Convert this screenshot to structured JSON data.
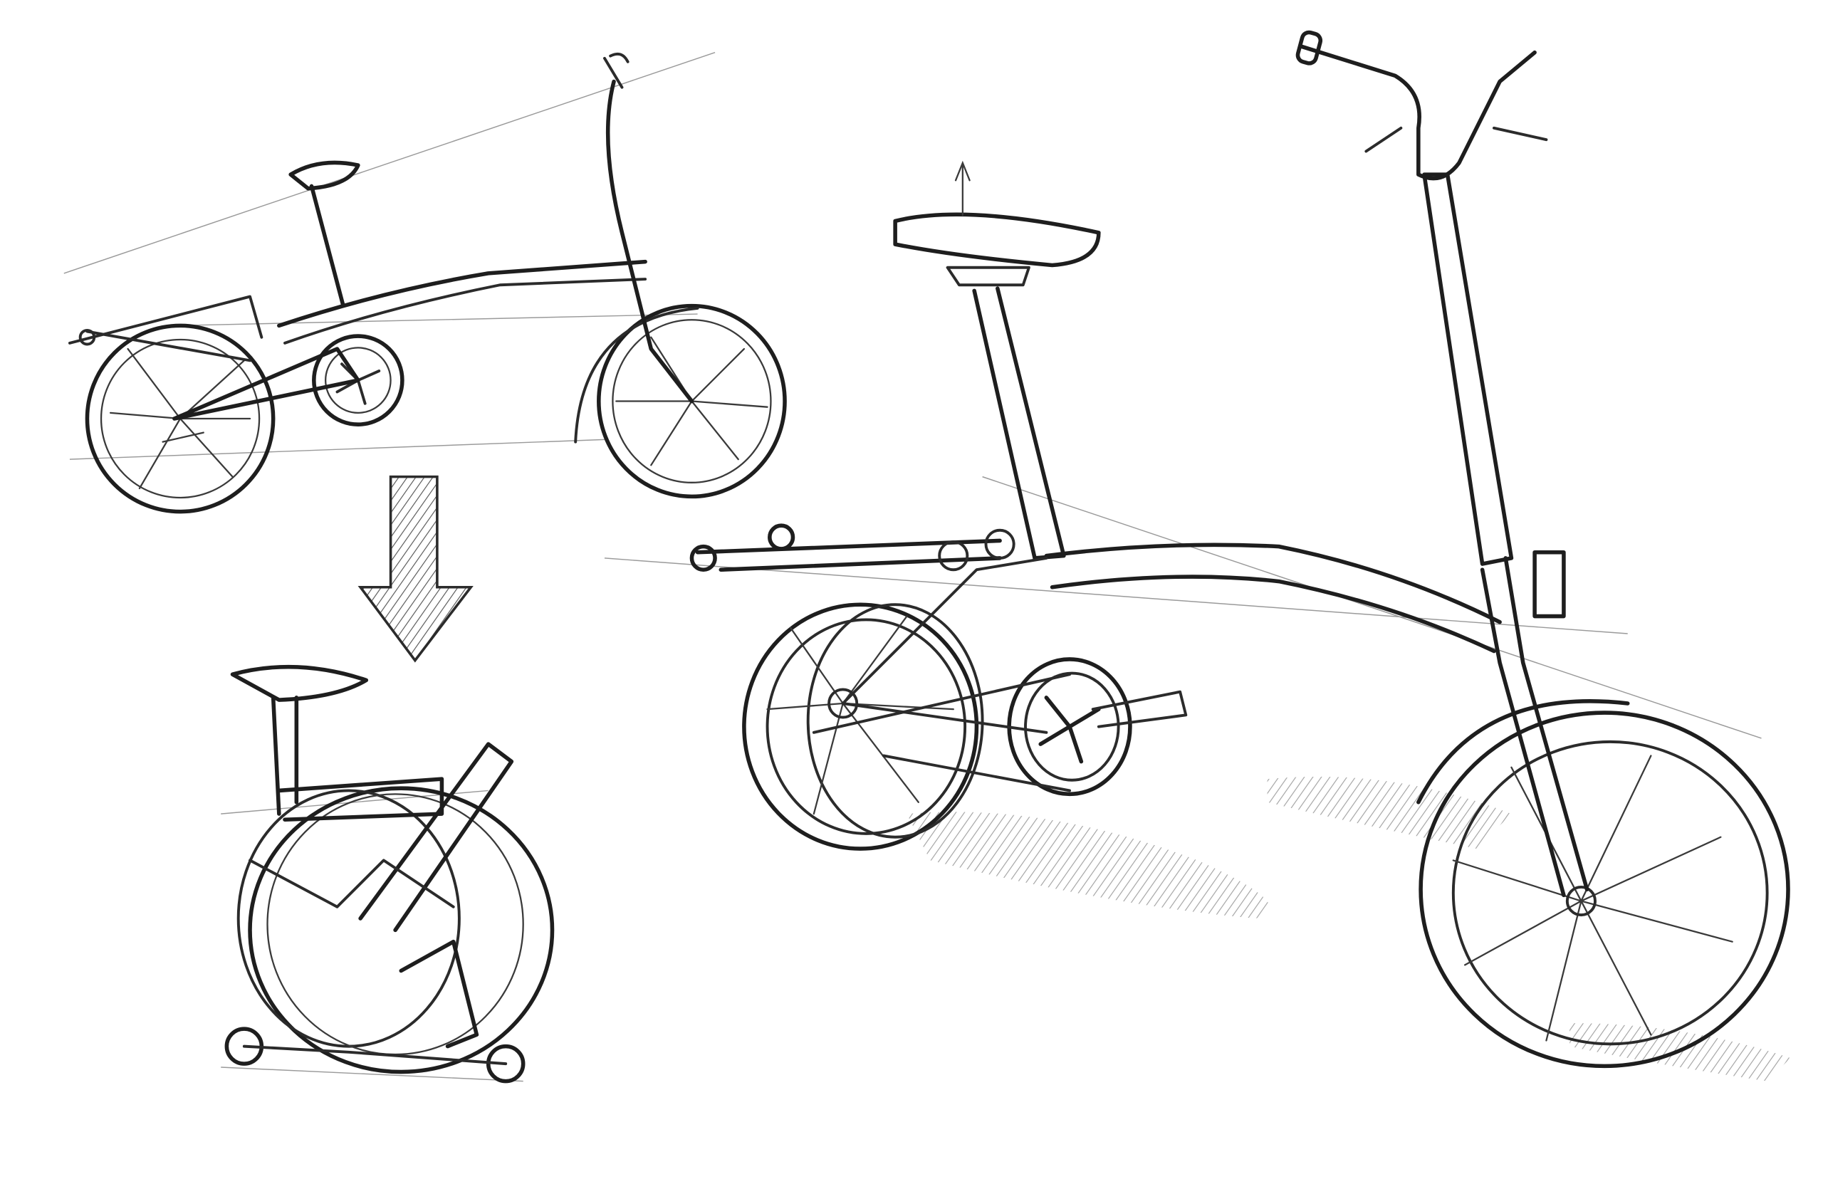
{
  "canvas": {
    "background": "#ffffff"
  },
  "sketch": {
    "stroke_color": "#2b2b2b",
    "construction_line_color": "#9a9a9a",
    "shadow_color": "#8a8a8a",
    "subjects": [
      "folding-bike-side-view",
      "fold-direction-arrow",
      "folded-bike",
      "folding-bike-perspective-view"
    ]
  }
}
